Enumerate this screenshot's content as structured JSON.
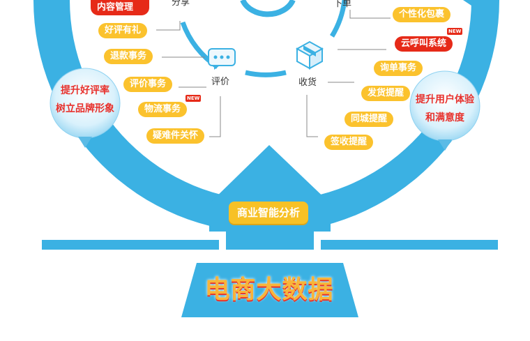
{
  "top_labels": {
    "share": "分享",
    "order": "下单"
  },
  "left_group": {
    "tags": [
      "内容管理",
      "好评有礼",
      "退款事务",
      "评价事务",
      "物流事务",
      "疑难件关怀"
    ],
    "hub_label": "评价",
    "bubble_line1": "提升好评率",
    "bubble_line2": "树立品牌形象"
  },
  "right_group": {
    "tags": [
      "个性化包裹",
      "云呼叫系统",
      "询单事务",
      "发货提醒",
      "同城提醒",
      "签收提醒"
    ],
    "hub_label": "收货",
    "bubble_line1": "提升用户体验",
    "bubble_line2": "和满意度"
  },
  "new_badge": "NEW",
  "center_label": "商业智能分析",
  "title": "电商大数据",
  "colors": {
    "ring_blue": "#3bb1e3",
    "tag_yellow": "#fbc22d",
    "tag_red": "#e62a18",
    "bubble_text": "#e8312c"
  },
  "icons": {
    "review_hub": "chat-bubble-icon",
    "receive_hub": "package-box-icon"
  }
}
